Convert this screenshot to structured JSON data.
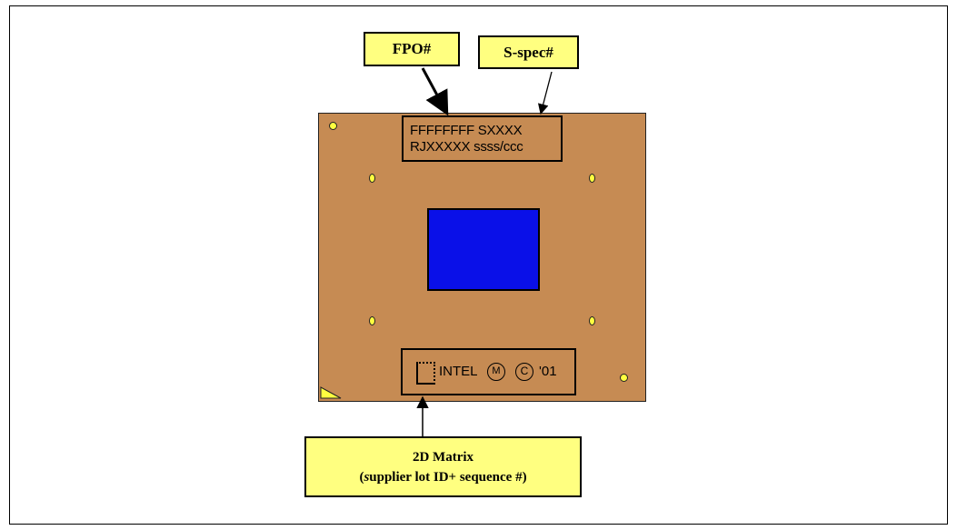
{
  "callouts": {
    "fpo": "FPO#",
    "sspec": "S-spec#",
    "matrix_line1": "2D Matrix",
    "matrix_line2_italic": "s",
    "matrix_line2_rest": "upplier lot ID+  sequence #)",
    "matrix_line2_open": "("
  },
  "top_mark": {
    "line1": "FFFFFFFF SXXXX",
    "line2": "RJXXXXX ssss/ccc"
  },
  "bottom_mark": {
    "brand": "INTEL",
    "trademark": "M",
    "copyright": "C",
    "year": "'01"
  },
  "colors": {
    "package": "#c68b53",
    "die": "#0a10e8",
    "callout_fill": "#ffff80",
    "fiducial": "#ffff40"
  }
}
